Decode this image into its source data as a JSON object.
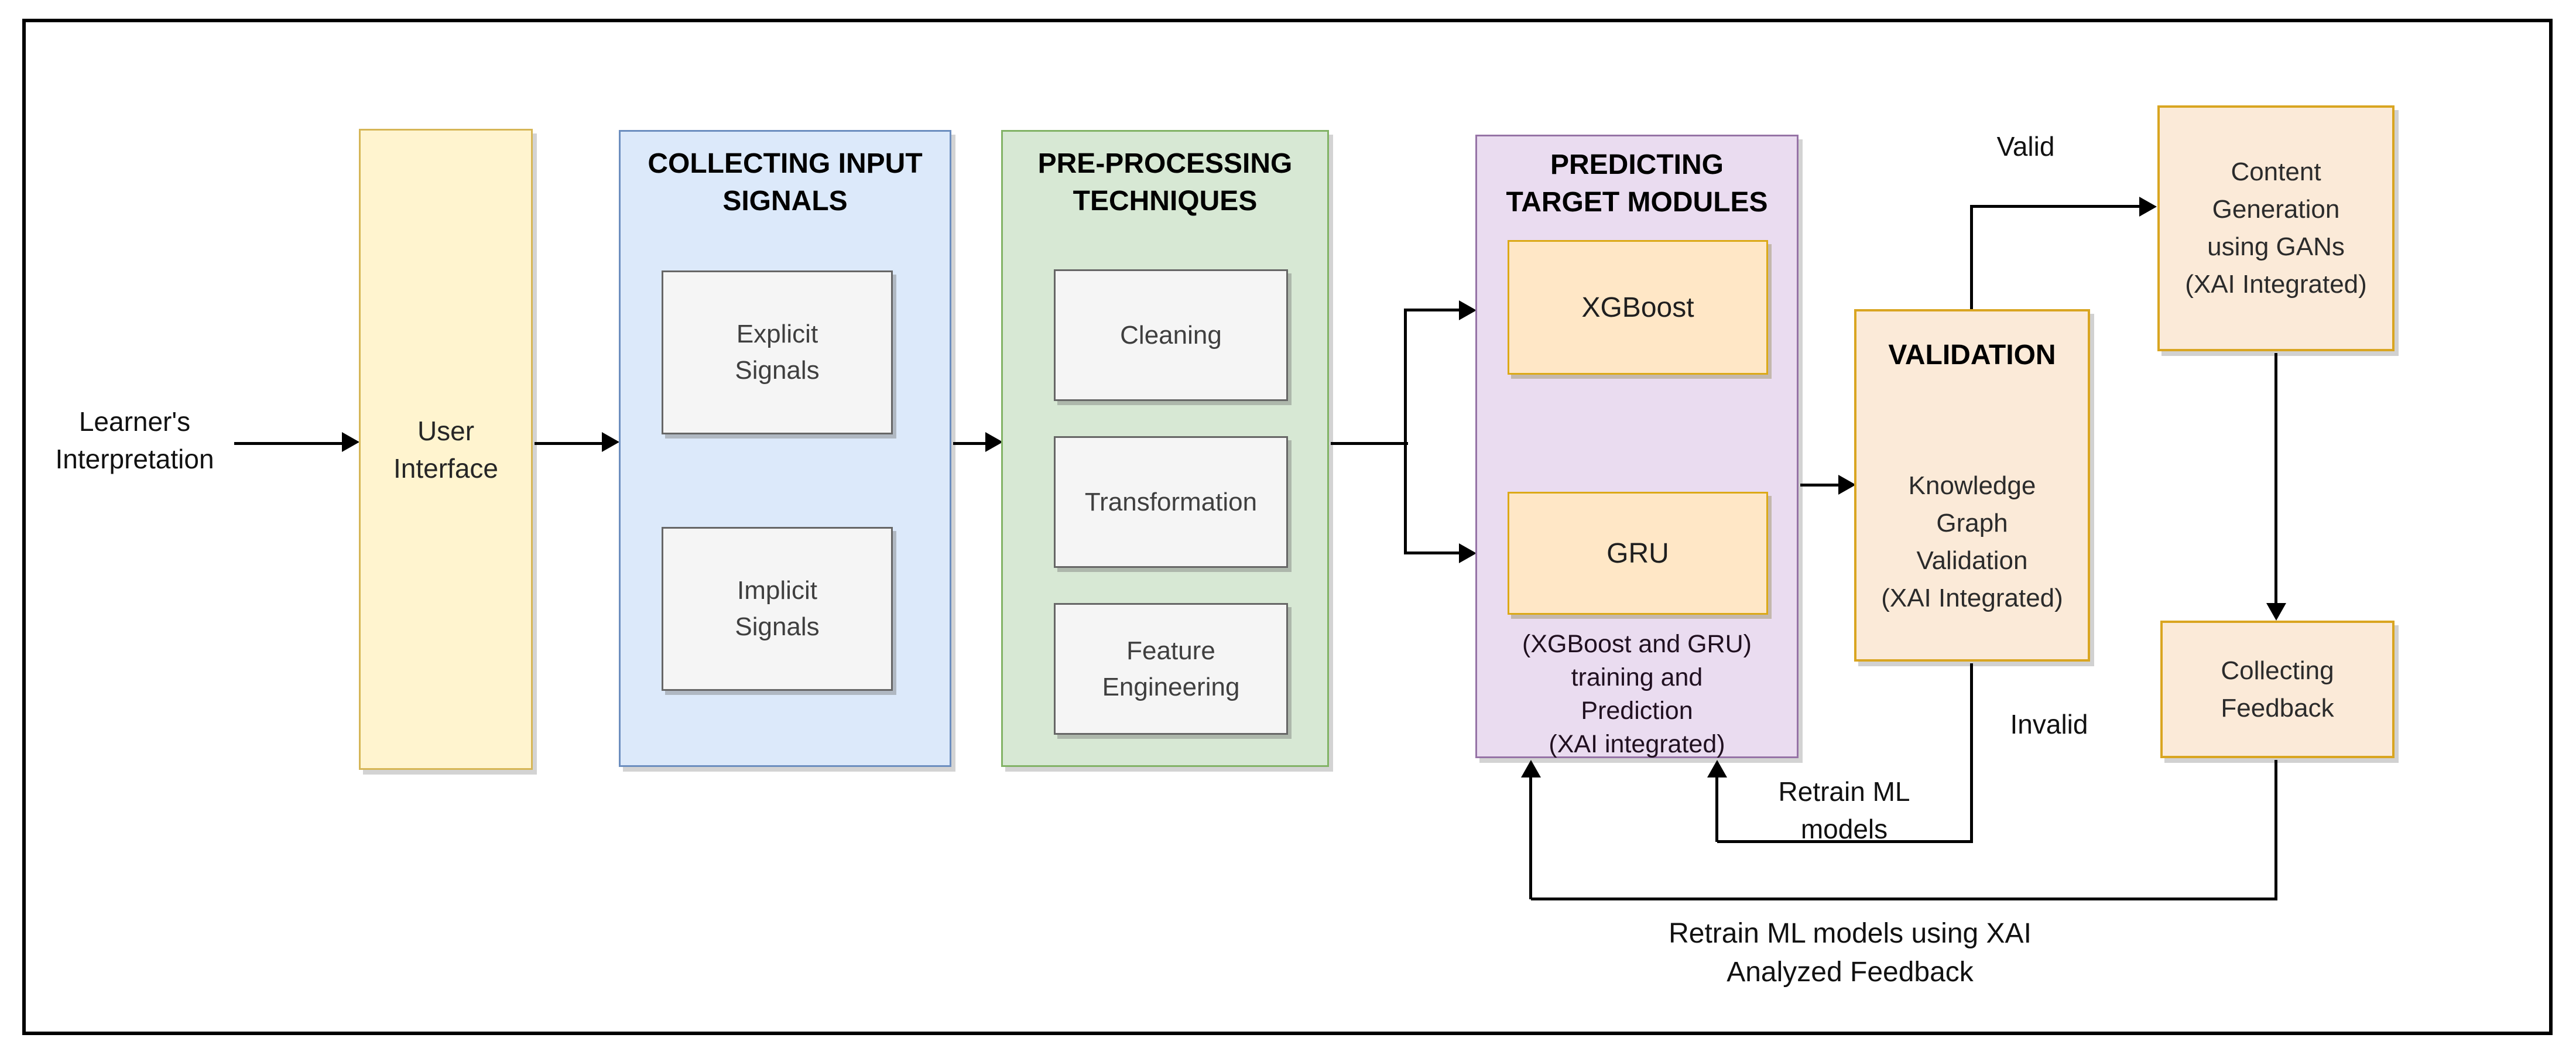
{
  "flow": {
    "input_label": "Learner's\nInterpretation",
    "user_interface": "User\nInterface",
    "collecting": {
      "title": "COLLECTING INPUT\nSIGNALS",
      "explicit": "Explicit\nSignals",
      "implicit": "Implicit\nSignals"
    },
    "preprocessing": {
      "title": "PRE-PROCESSING\nTECHNIQUES",
      "cleaning": "Cleaning",
      "transformation": "Transformation",
      "feature_engineering": "Feature\nEngineering"
    },
    "predicting": {
      "title": "PREDICTING\nTARGET MODULES",
      "xgboost": "XGBoost",
      "gru": "GRU",
      "note": "(XGBoost and GRU)\ntraining and\nPrediction\n(XAI integrated)"
    },
    "validation": {
      "title": "VALIDATION",
      "body": "Knowledge\nGraph\nValidation\n(XAI Integrated)"
    },
    "content_generation": "Content\nGeneration\nusing GANs\n(XAI Integrated)",
    "collecting_feedback": "Collecting\nFeedback",
    "labels": {
      "valid": "Valid",
      "invalid": "Invalid",
      "retrain": "Retrain ML\nmodels",
      "retrain_xai": "Retrain ML models using XAI\nAnalyzed Feedback"
    },
    "colors": {
      "yellow_fill": "#FFF4CF",
      "yellow_border": "#D6B656",
      "blue_fill": "#DCE9FA",
      "blue_border": "#6C8EBF",
      "green_fill": "#D7E8D4",
      "green_border": "#82B366",
      "purple_fill": "#EADCF0",
      "purple_border": "#9673A6",
      "gray_fill": "#F5F5F5",
      "gray_border": "#666666",
      "orange_fill": "#FFE7C6",
      "orange_border": "#DCA917",
      "peach_fill": "#FBEAD8",
      "peach_border": "#D9A521",
      "line": "#000000"
    }
  }
}
